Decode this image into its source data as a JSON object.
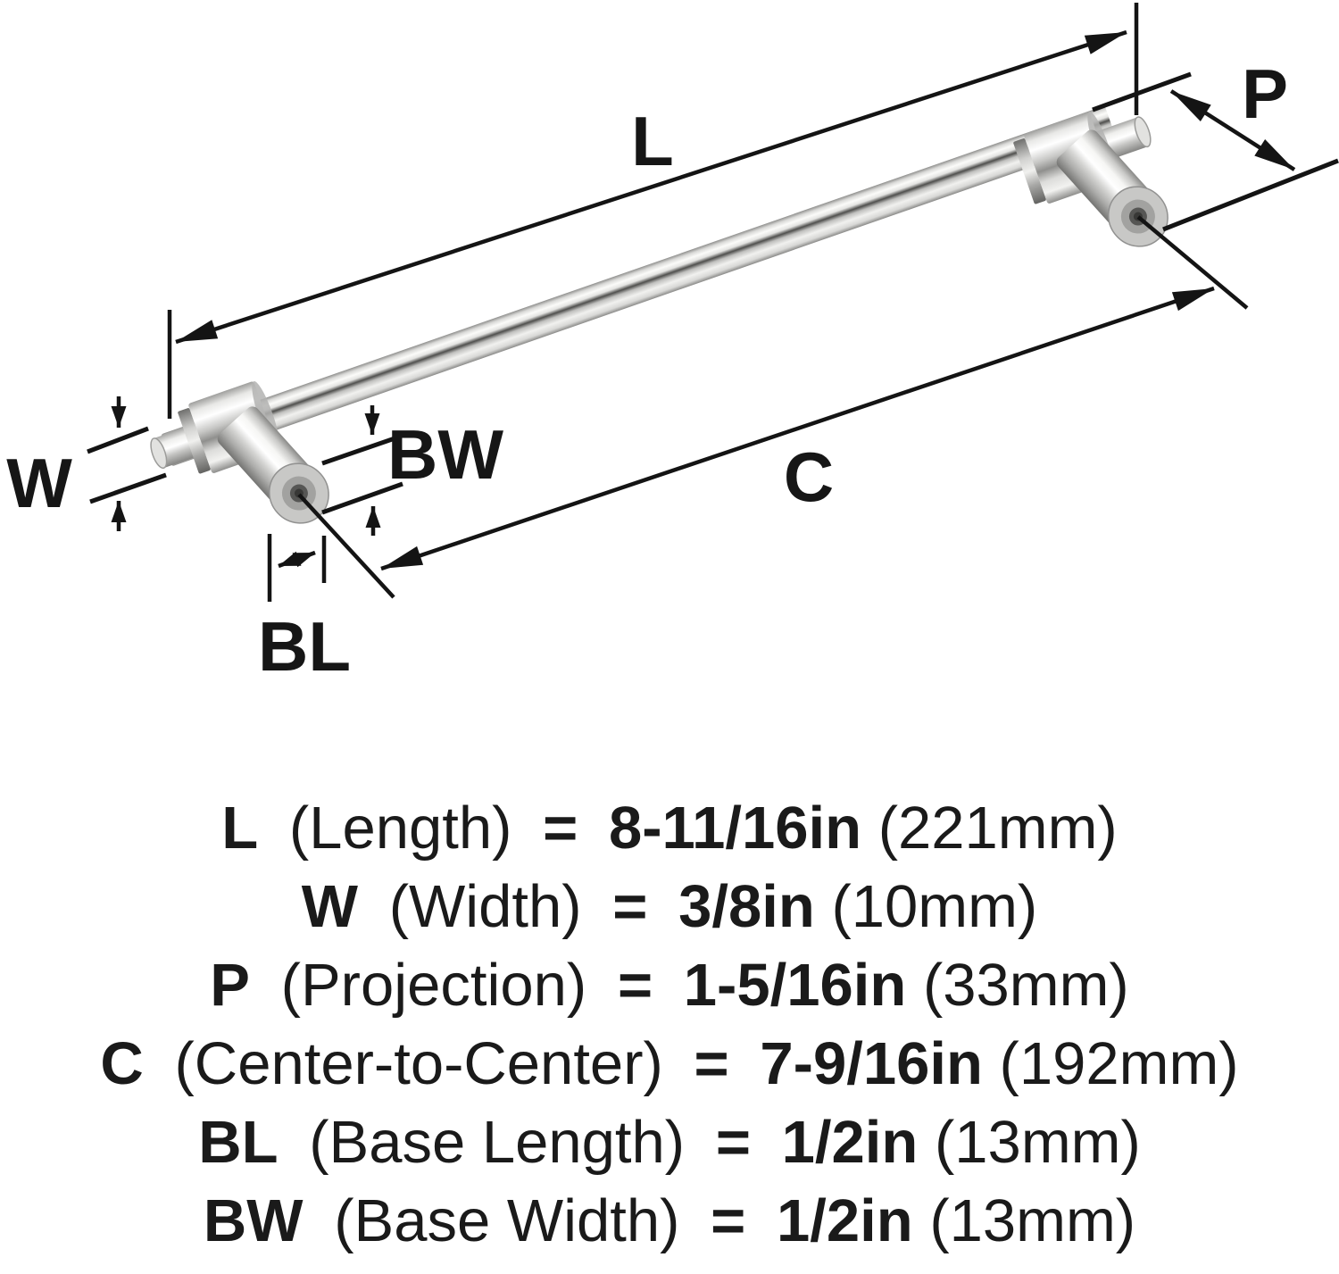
{
  "diagram": {
    "labels": {
      "length": "L",
      "projection": "P",
      "width": "W",
      "base_width": "BW",
      "center_to_center": "C",
      "base_length": "BL"
    }
  },
  "legend": {
    "rows": [
      {
        "key": "L",
        "name": "(Length)",
        "eq": "=",
        "value": "8-11/16in",
        "metric": "(221mm)"
      },
      {
        "key": "W",
        "name": "(Width)",
        "eq": "=",
        "value": "3/8in",
        "metric": "(10mm)"
      },
      {
        "key": "P",
        "name": "(Projection)",
        "eq": "=",
        "value": "1-5/16in",
        "metric": "(33mm)"
      },
      {
        "key": "C",
        "name": "(Center-to-Center)",
        "eq": "=",
        "value": "7-9/16in",
        "metric": "(192mm)"
      },
      {
        "key": "BL",
        "name": "(Base Length)",
        "eq": "=",
        "value": "1/2in",
        "metric": "(13mm)"
      },
      {
        "key": "BW",
        "name": "(Base Width)",
        "eq": "=",
        "value": "1/2in",
        "metric": "(13mm)"
      }
    ]
  },
  "colors": {
    "ink": "#161616",
    "background": "#ffffff",
    "metal_highlight": "#ffffff",
    "metal_mid": "#c8c8c6",
    "metal_dark": "#4f4f4d"
  }
}
